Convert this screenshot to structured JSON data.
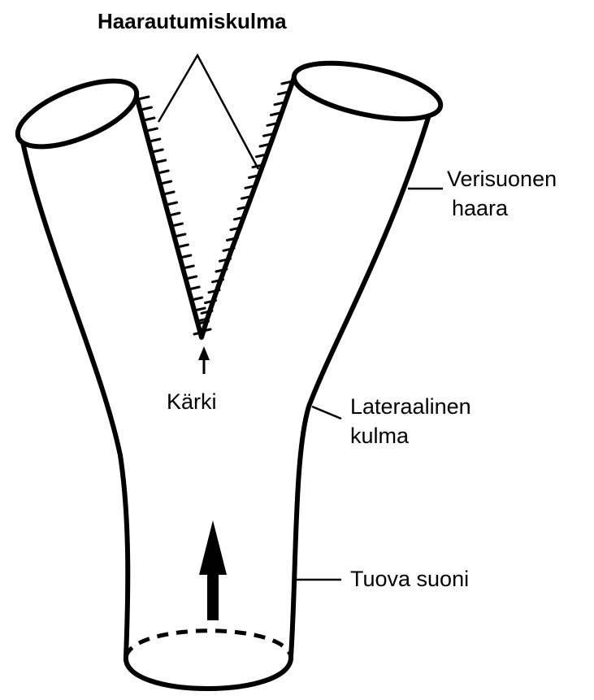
{
  "labels": {
    "branching_angle": "Haarautumiskulma",
    "vessel_branch_line1": "Verisuonen",
    "vessel_branch_line2": "haara",
    "apex": "Kärki",
    "lateral_angle_line1": "Lateraalinen",
    "lateral_angle_line2": "kulma",
    "afferent_vessel": "Tuova suoni"
  },
  "colors": {
    "stroke": "#000000",
    "background": "#ffffff"
  }
}
